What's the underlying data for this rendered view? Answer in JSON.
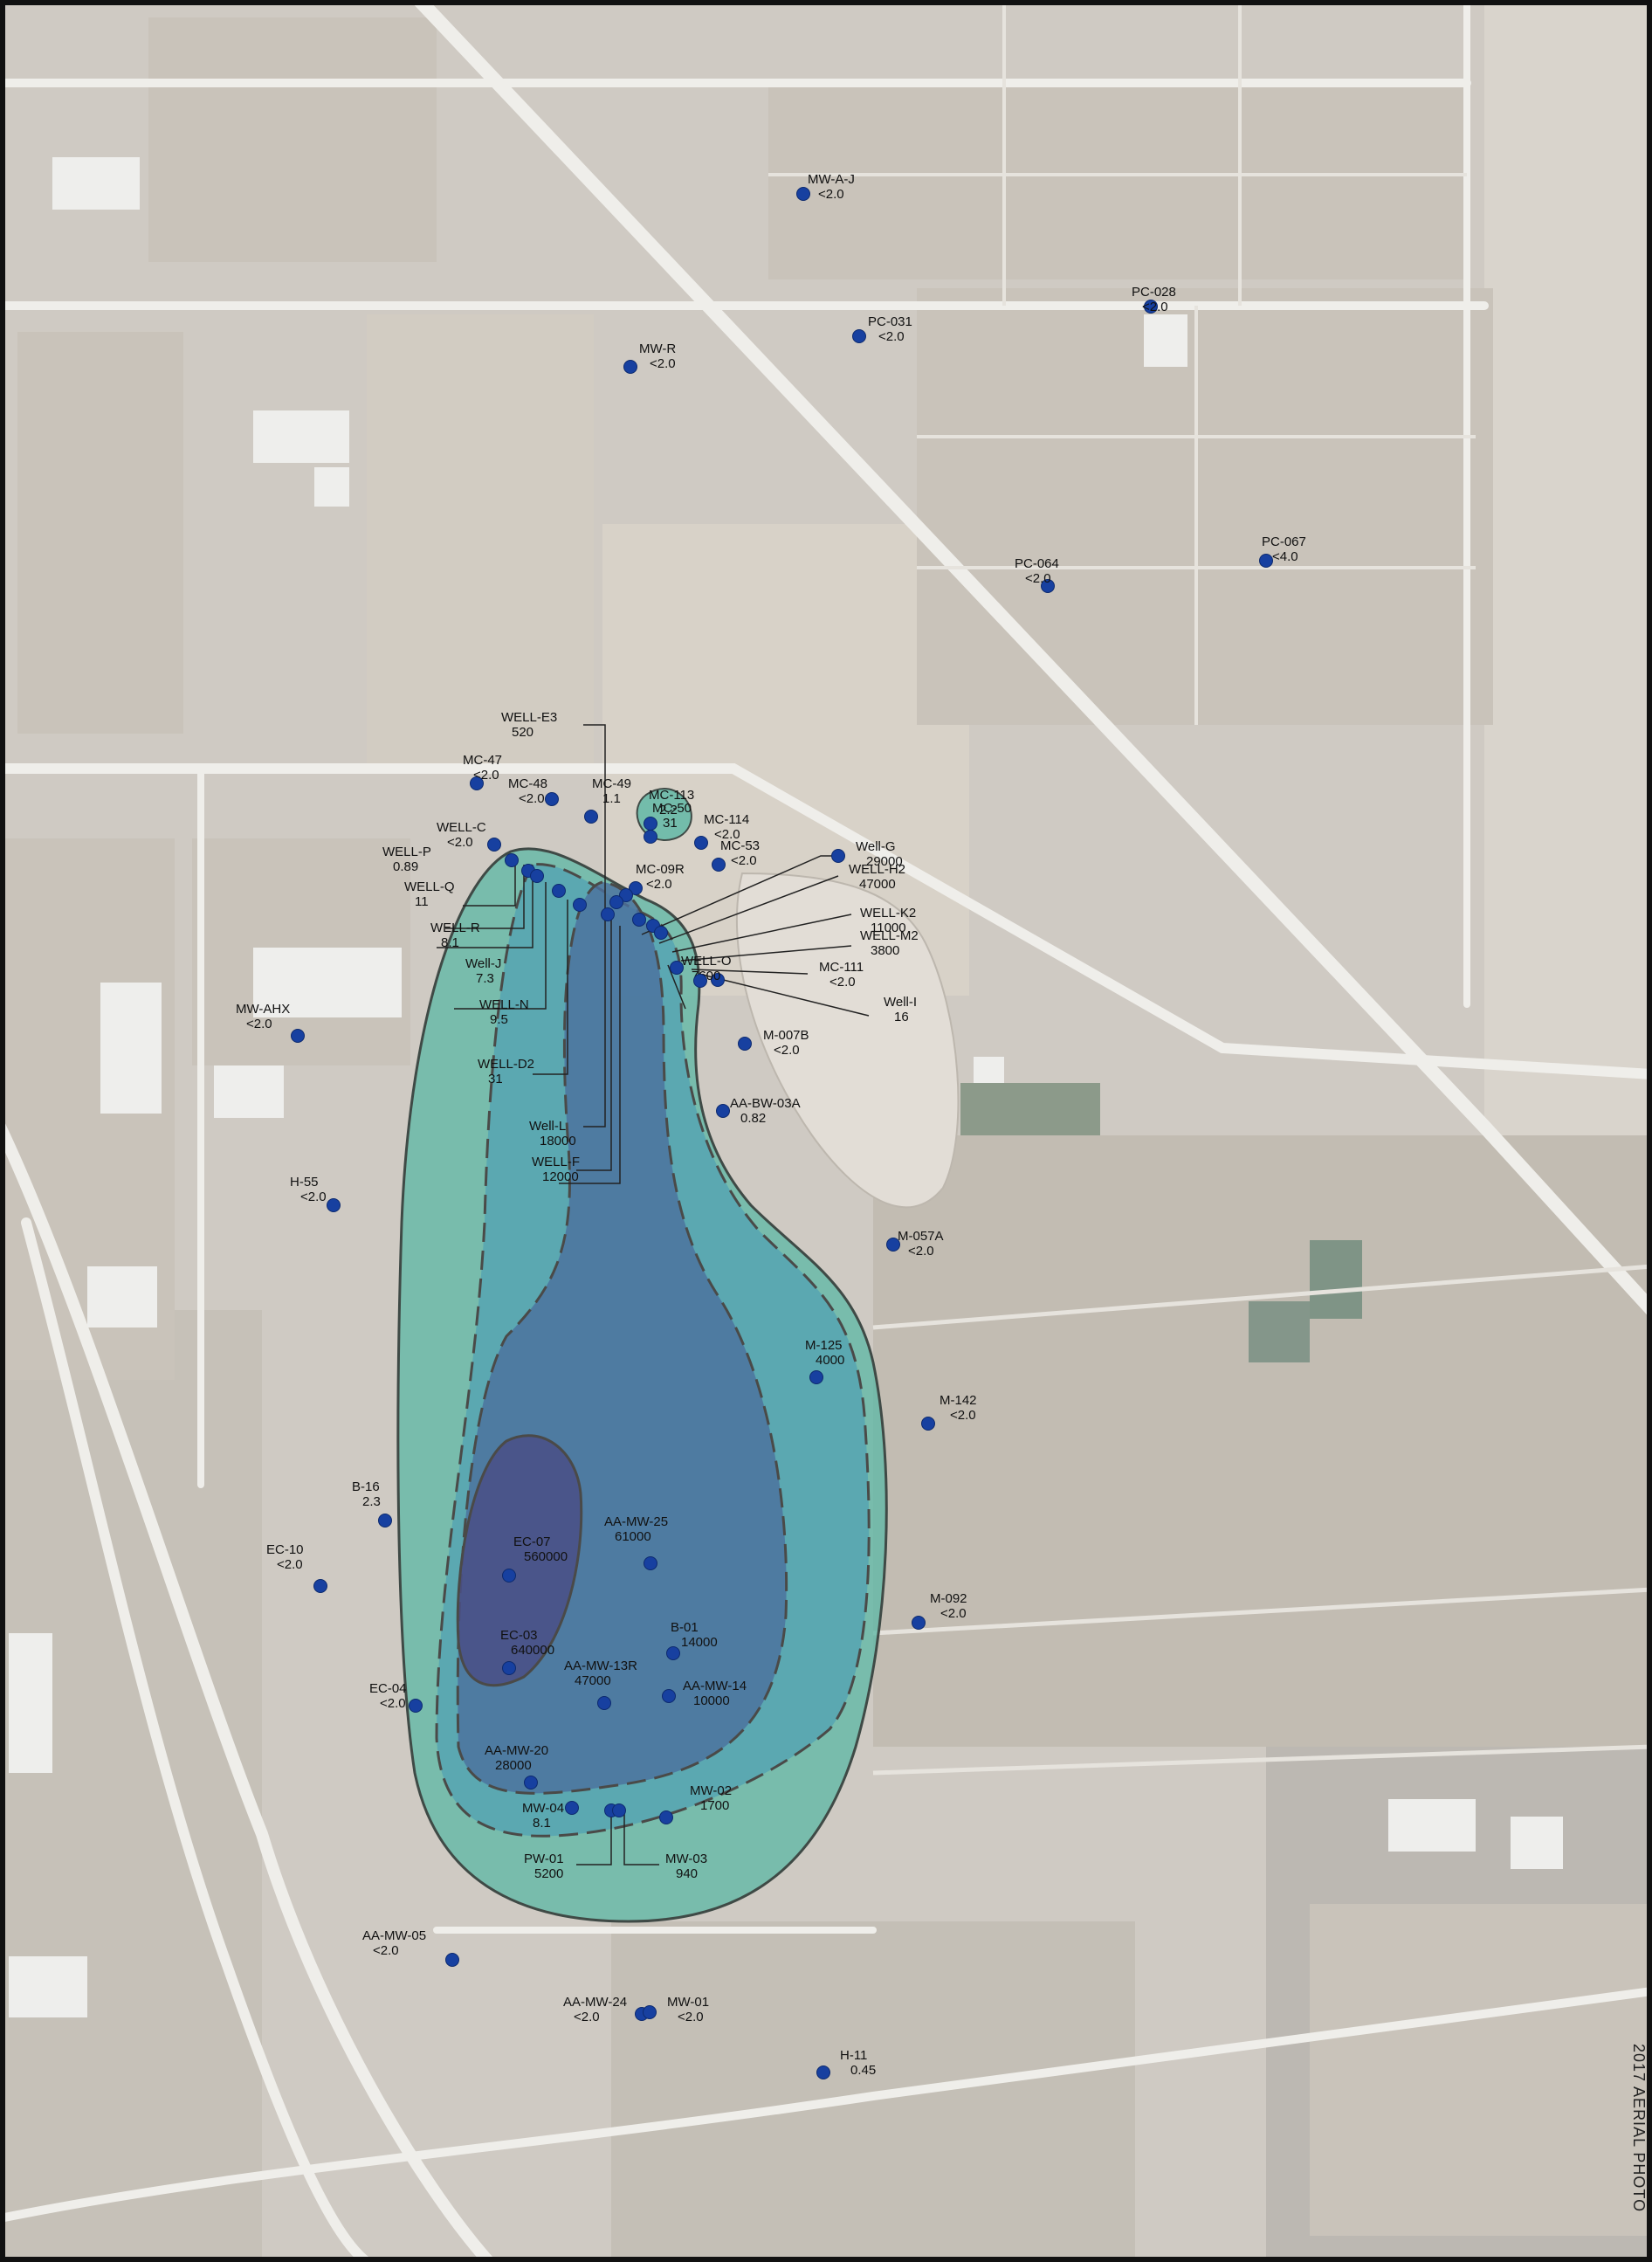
{
  "map": {
    "side_text": "2017 AERIAL PHOTO",
    "colors": {
      "plume_outer": "#62b8a6",
      "plume_mid": "#4e9fb3",
      "plume_inner": "#4b6f9e",
      "plume_core": "#4a4f86",
      "well_dot": "#1740a0",
      "contour_line": "#4a4a48",
      "basin": "#e2ddd6"
    },
    "wells": [
      {
        "id": "MW-A-J",
        "value": "<2.0"
      },
      {
        "id": "PC-028",
        "value": "<2.0"
      },
      {
        "id": "PC-031",
        "value": "<2.0"
      },
      {
        "id": "MW-R",
        "value": "<2.0"
      },
      {
        "id": "PC-064",
        "value": "<2.0"
      },
      {
        "id": "PC-067",
        "value": "<4.0"
      },
      {
        "id": "WELL-E3",
        "value": "520"
      },
      {
        "id": "MC-47",
        "value": "<2.0"
      },
      {
        "id": "MC-48",
        "value": "<2.0"
      },
      {
        "id": "MC-49",
        "value": "1.1"
      },
      {
        "id": "MC-113",
        "value": "2.2"
      },
      {
        "id": "MC-114",
        "value": "<2.0"
      },
      {
        "id": "WELL-C",
        "value": "<2.0"
      },
      {
        "id": "MC-50",
        "value": "31"
      },
      {
        "id": "MC-53",
        "value": "<2.0"
      },
      {
        "id": "WELL-P",
        "value": "0.89"
      },
      {
        "id": "MC-09R",
        "value": "<2.0"
      },
      {
        "id": "Well-G",
        "value": "29000"
      },
      {
        "id": "WELL-H2",
        "value": "47000"
      },
      {
        "id": "WELL-Q",
        "value": "11"
      },
      {
        "id": "WELL-K2",
        "value": "11000"
      },
      {
        "id": "WELL-M2",
        "value": "3800"
      },
      {
        "id": "WELL-R",
        "value": "8.1"
      },
      {
        "id": "Well-J",
        "value": "7.3"
      },
      {
        "id": "MC-111",
        "value": "<2.0"
      },
      {
        "id": "WELL-O",
        "value": "7600"
      },
      {
        "id": "Well-I",
        "value": "16"
      },
      {
        "id": "WELL-N",
        "value": "9.5"
      },
      {
        "id": "MW-AHX",
        "value": "<2.0"
      },
      {
        "id": "M-007B",
        "value": "<2.0"
      },
      {
        "id": "WELL-D2",
        "value": "31"
      },
      {
        "id": "AA-BW-03A",
        "value": "0.82"
      },
      {
        "id": "Well-L",
        "value": "18000"
      },
      {
        "id": "WELL-F",
        "value": "12000"
      },
      {
        "id": "H-55",
        "value": "<2.0"
      },
      {
        "id": "M-057A",
        "value": "<2.0"
      },
      {
        "id": "M-125",
        "value": "4000"
      },
      {
        "id": "M-142",
        "value": "<2.0"
      },
      {
        "id": "B-16",
        "value": "2.3"
      },
      {
        "id": "AA-MW-25",
        "value": "61000"
      },
      {
        "id": "EC-10",
        "value": "<2.0"
      },
      {
        "id": "EC-07",
        "value": "560000"
      },
      {
        "id": "M-092",
        "value": "<2.0"
      },
      {
        "id": "B-01",
        "value": "14000"
      },
      {
        "id": "EC-03",
        "value": "640000"
      },
      {
        "id": "AA-MW-13R",
        "value": "47000"
      },
      {
        "id": "AA-MW-14",
        "value": "10000"
      },
      {
        "id": "EC-04",
        "value": "<2.0"
      },
      {
        "id": "AA-MW-20",
        "value": "28000"
      },
      {
        "id": "MW-02",
        "value": "1700"
      },
      {
        "id": "MW-04",
        "value": "8.1"
      },
      {
        "id": "PW-01",
        "value": "5200"
      },
      {
        "id": "MW-03",
        "value": "940"
      },
      {
        "id": "AA-MW-05",
        "value": "<2.0"
      },
      {
        "id": "AA-MW-24",
        "value": "<2.0"
      },
      {
        "id": "MW-01",
        "value": "<2.0"
      },
      {
        "id": "H-11",
        "value": "0.45"
      }
    ]
  }
}
